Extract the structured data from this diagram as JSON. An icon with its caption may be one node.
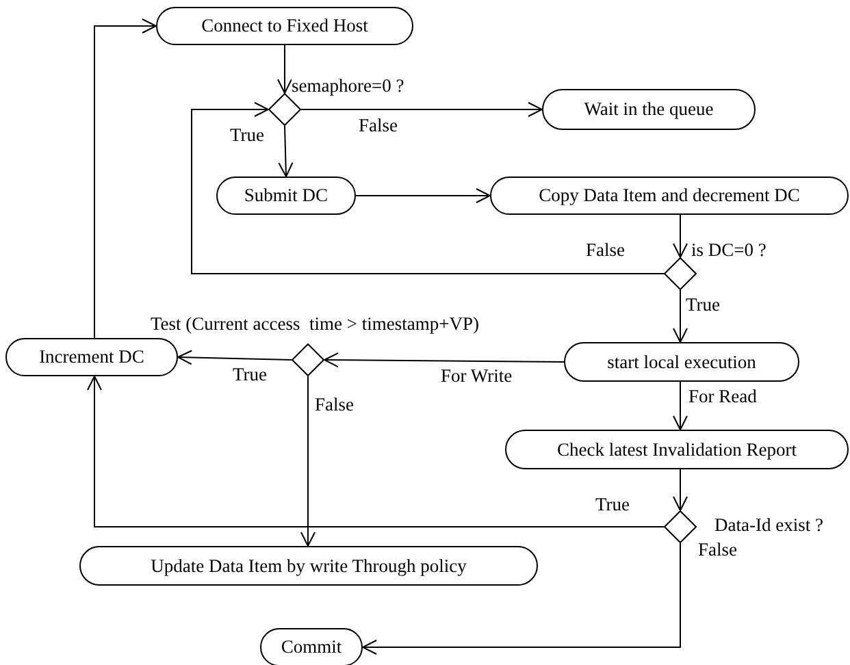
{
  "diagram": {
    "nodes": [
      {
        "text": [
          "Connect to Fixed Host"
        ]
      },
      {
        "text": [],
        "shape": "diamond",
        "beside": [
          "semaphore=0 ?"
        ]
      },
      {
        "text": [
          "Wait in the queue"
        ]
      },
      {
        "text": [
          "Submit DC"
        ]
      },
      {
        "text": [
          "Copy Data Item and decrement DC"
        ]
      },
      {
        "text": [],
        "shape": "diamond",
        "beside": [
          "is DC=0 ?"
        ]
      },
      {
        "text": [
          "Increment DC"
        ]
      },
      {
        "text": [],
        "shape": "diamond",
        "beside": [
          "Test (Current access  time > timestamp+VP)"
        ]
      },
      {
        "text": [
          "start local execution"
        ]
      },
      {
        "text": [
          "Check latest Invalidation Report"
        ]
      },
      {
        "text": [],
        "shape": "diamond",
        "beside": [
          "Data-Id exist ?"
        ]
      },
      {
        "text": [
          "Update Data Item by write Through policy"
        ]
      },
      {
        "text": [
          "Commit"
        ]
      }
    ],
    "edges": [
      {
        "from": 0,
        "to": 1,
        "arrow": "to"
      },
      {
        "from": 1,
        "to": 2,
        "arrow": "to",
        "label": "False"
      },
      {
        "from": 1,
        "to": 3,
        "arrow": "to",
        "label": "True"
      },
      {
        "from": 3,
        "to": 4,
        "arrow": "to"
      },
      {
        "from": 4,
        "to": 5,
        "arrow": "to"
      },
      {
        "from": 5,
        "to": 1,
        "arrow": "to",
        "label": "False"
      },
      {
        "from": 5,
        "to": 8,
        "arrow": "to",
        "label": "True"
      },
      {
        "from": 8,
        "to": 7,
        "arrow": "to",
        "label": "For Write"
      },
      {
        "from": 7,
        "to": 6,
        "arrow": "to",
        "label": "True"
      },
      {
        "from": 7,
        "to": 11,
        "arrow": "to",
        "label": "False"
      },
      {
        "from": 8,
        "to": 9,
        "arrow": "to",
        "label": "For Read"
      },
      {
        "from": 9,
        "to": 10,
        "arrow": "to"
      },
      {
        "from": 10,
        "to": 6,
        "arrow": "to",
        "label": "True"
      },
      {
        "from": 10,
        "to": 12,
        "arrow": "to",
        "label": "False"
      },
      {
        "from": 6,
        "to": 0,
        "arrow": "to"
      }
    ]
  }
}
